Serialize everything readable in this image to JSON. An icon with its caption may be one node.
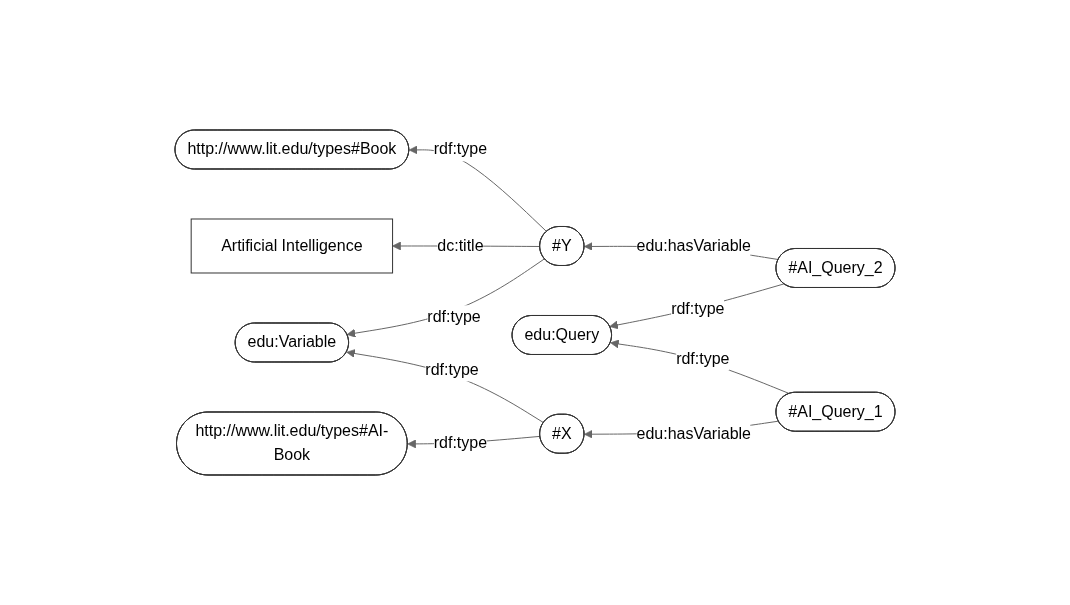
{
  "diagram": {
    "nodes": [
      {
        "text": [
          "http://www.lit.edu/types#Book"
        ]
      },
      {
        "text": [
          "Artificial Intelligence"
        ]
      },
      {
        "text": [
          "#Y"
        ]
      },
      {
        "text": [
          "#AI_Query_2"
        ]
      },
      {
        "text": [
          "edu:Query"
        ]
      },
      {
        "text": [
          "edu:Variable"
        ]
      },
      {
        "text": [
          "#AI_Query_1"
        ]
      },
      {
        "text": [
          "#X"
        ]
      },
      {
        "text": [
          "http://www.lit.edu/types#AI-Book"
        ]
      }
    ],
    "edges": [
      {
        "from": 2,
        "to": 0,
        "arrow": "to",
        "label": "rdf:type"
      },
      {
        "from": 2,
        "to": 1,
        "arrow": "to",
        "label": "dc:title"
      },
      {
        "from": 3,
        "to": 2,
        "arrow": "to",
        "label": "edu:hasVariable"
      },
      {
        "from": 2,
        "to": 5,
        "arrow": "to",
        "label": "rdf:type"
      },
      {
        "from": 3,
        "to": 4,
        "arrow": "to",
        "label": "rdf:type"
      },
      {
        "from": 6,
        "to": 4,
        "arrow": "to",
        "label": "rdf:type"
      },
      {
        "from": 7,
        "to": 5,
        "arrow": "to",
        "label": "rdf:type"
      },
      {
        "from": 6,
        "to": 7,
        "arrow": "to",
        "label": "edu:hasVariable"
      },
      {
        "from": 7,
        "to": 8,
        "arrow": "to",
        "label": "rdf:type"
      }
    ]
  }
}
